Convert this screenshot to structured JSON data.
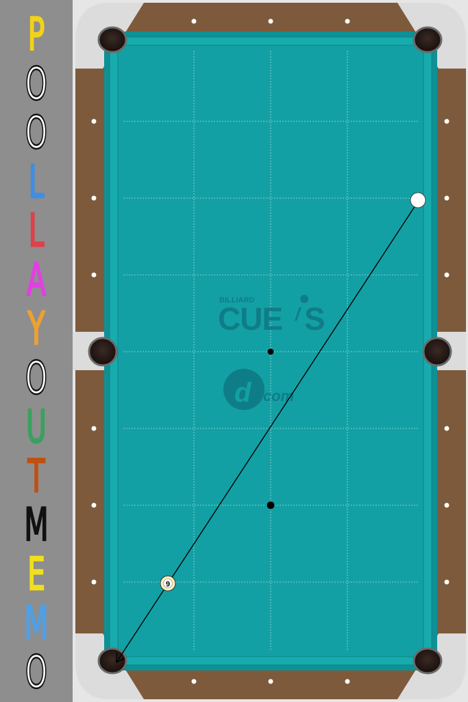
{
  "app_title_letters": [
    {
      "char": "P",
      "color": "#f2d21a"
    },
    {
      "char": "O",
      "color": "#ffffff"
    },
    {
      "char": "O",
      "color": "#ffffff"
    },
    {
      "char": "L",
      "color": "#3d8ee6"
    },
    {
      "char": "L",
      "color": "#e0404a"
    },
    {
      "char": "A",
      "color": "#e040e0"
    },
    {
      "char": "Y",
      "color": "#f0a030"
    },
    {
      "char": "O",
      "color": "#ffffff"
    },
    {
      "char": "U",
      "color": "#3aa060"
    },
    {
      "char": "T",
      "color": "#c05010"
    },
    {
      "char": "M",
      "color": "#111111"
    },
    {
      "char": "E",
      "color": "#f2e01a"
    },
    {
      "char": "M",
      "color": "#4da0e8"
    },
    {
      "char": "O",
      "color": "#ffffff"
    }
  ],
  "logo": {
    "billiard": "BILLIARD",
    "cues": "CUE",
    "cues_s": "S",
    "com": "com",
    "d": "d"
  },
  "balls": [
    {
      "id": "cue-ball",
      "label": "",
      "color": "#ffffff"
    },
    {
      "id": "nine-ball",
      "label": "9",
      "color": "#f7f0c0"
    }
  ],
  "colors": {
    "felt": "#12a0a4",
    "cushion": "#1ab2b4",
    "rail": "#7d5a3c",
    "corner": "#e2e2e2",
    "pocket": "#2a1c18",
    "logo": "#0f7a84"
  },
  "shot_line": {
    "from": "cue-ball",
    "to": "bottom-left-pocket"
  }
}
